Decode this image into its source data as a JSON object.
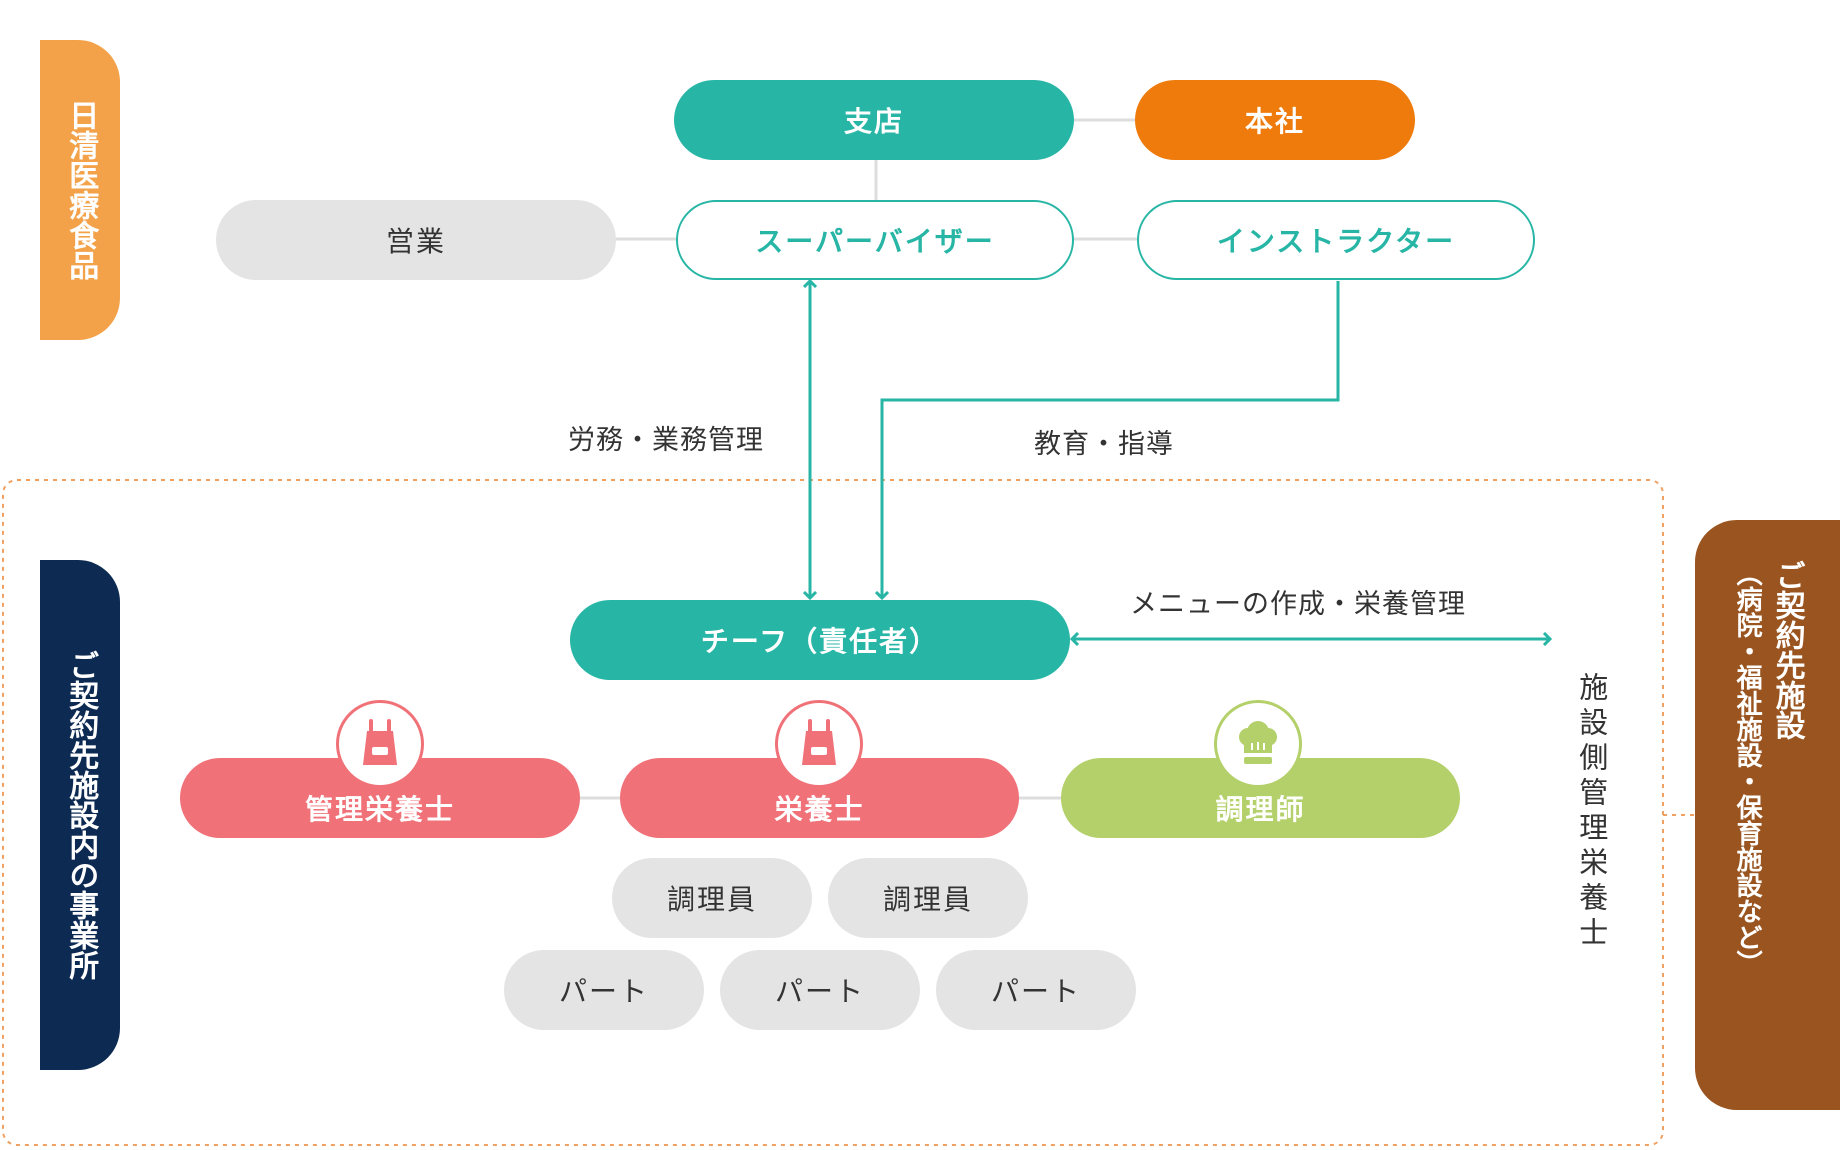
{
  "colors": {
    "teal": "#27b5a5",
    "orange_tab": "#f3a24a",
    "orange_box": "#ee7b0c",
    "navy_tab": "#0d2a52",
    "brown_tab": "#9a541f",
    "pink": "#f07177",
    "green": "#b4d06a",
    "gray": "#e4e4e4",
    "dotted_border": "#f0a060"
  },
  "tabs": {
    "company": "日清医療食品",
    "office": "ご契約先施設内の事業所",
    "client_line1": "ご契約先施設",
    "client_line2": "（病院・福祉施設・保育施設など）"
  },
  "nodes": {
    "branch": "支店",
    "head_office": "本社",
    "sales": "営業",
    "supervisor": "スーパーバイザー",
    "instructor": "インストラクター",
    "chief": "チーフ（責任者）",
    "registered_dietitian": "管理栄養士",
    "dietitian": "栄養士",
    "cook": "調理師",
    "kitchen_staff": [
      "調理員",
      "調理員"
    ],
    "part_timers": [
      "パート",
      "パート",
      "パート"
    ]
  },
  "labels": {
    "labor_management": "労務・業務管理",
    "education": "教育・指導",
    "menu_nutrition": "メニューの作成・栄養管理",
    "facility_dietitian": "施設側管理栄養士"
  },
  "icons": {
    "dietitian_icon": "apron-icon",
    "cook_icon": "chef-hat-icon"
  }
}
